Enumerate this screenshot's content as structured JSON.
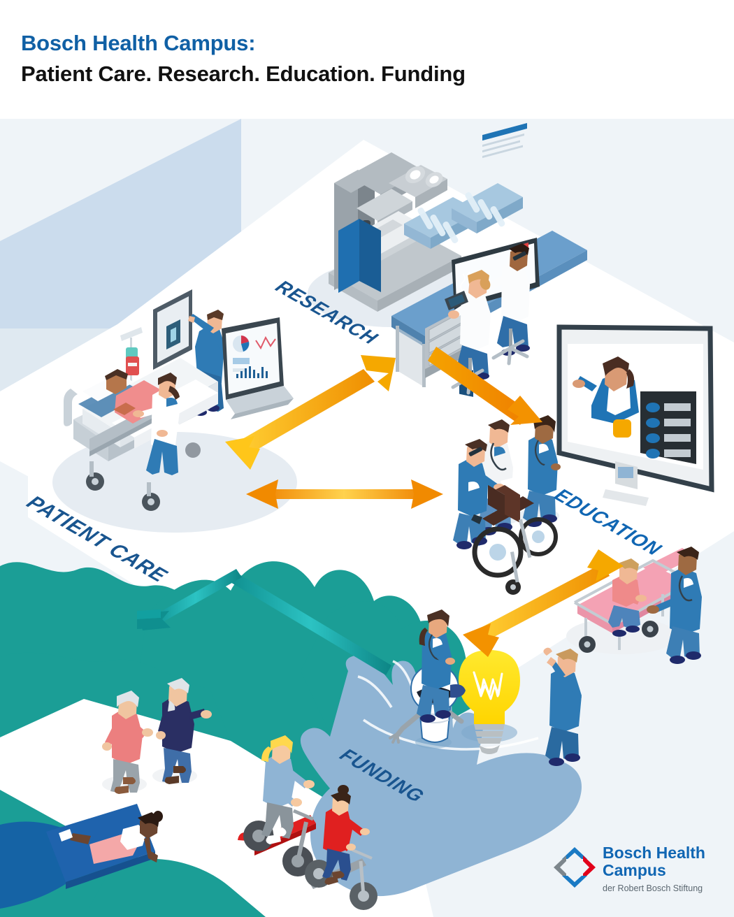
{
  "header": {
    "title_line1": "Bosch Health Campus:",
    "title_line2": "Patient Care. Research. Education. Funding"
  },
  "labels": {
    "patient_care": "PATIENT CARE",
    "research": "RESEARCH",
    "education": "EDUCATION",
    "funding": "FUNDING"
  },
  "logo": {
    "line1": "Bosch Health",
    "line2": "Campus",
    "subtitle": "der Robert Bosch Stiftung",
    "mark_top_color": "#1a7ac4",
    "mark_left_color": "#7d868c",
    "mark_right_color": "#e2001a",
    "mark_bottom_color": "#1a7ac4"
  },
  "colors": {
    "brand_blue": "#1060a5",
    "label_blue": "#19558f",
    "label_blue_bright": "#1066b3",
    "arrow_orange": "#f39200",
    "arrow_yellow": "#ffcc00",
    "arrow_teal": "#17a3a3",
    "background_pale": "#eff4f8",
    "wall_blue": "#cbdced",
    "landscape_teal": "#1b9e96",
    "hand_blue": "#8fb4d4",
    "bulb_yellow": "#ffe100",
    "floor_white": "#ffffff",
    "scrub_blue": "#2f7bb5",
    "lab_desk_blue": "#6b9fcc",
    "text_dark": "#111111"
  },
  "scenes": {
    "patient_care": {
      "name": "patient-care-scene",
      "elements": [
        "hospital-bed",
        "patient-in-bed",
        "nurse",
        "doctor-at-xray-lightbox",
        "iv-drip-stand",
        "laptop-with-charts",
        "wall-panel"
      ],
      "laptop_chart_types": [
        "donut-chart",
        "line-chart",
        "bar-chart"
      ]
    },
    "research": {
      "name": "research-scene",
      "elements": [
        "large-microscope",
        "test-tube-racks",
        "lab-bench",
        "desktop-monitor-with-dna",
        "researcher-male",
        "researcher-female",
        "lab-stools",
        "drawer-unit",
        "tablet-with-xray"
      ]
    },
    "education": {
      "name": "education-scene",
      "elements": [
        "large-monitor-video-call",
        "presenter-on-screen",
        "checklist-panel",
        "doctor-white-coat",
        "nurse-female",
        "nurse-male-with-wheelchair",
        "wheelchair",
        "stretcher-trolley",
        "seated-patient",
        "doctor-with-stethoscope"
      ]
    },
    "funding": {
      "name": "funding-scene",
      "elements": [
        "giant-open-hand",
        "light-bulb",
        "medical-robot",
        "nurse-female",
        "man-pointing"
      ]
    },
    "community": {
      "name": "community-landscape",
      "elements": [
        "teal-hills",
        "walking-path",
        "elderly-couple-walking",
        "woman-on-yoga-mat",
        "woman-on-e-scooter",
        "child-on-scooter",
        "pond"
      ]
    }
  },
  "arrows": [
    {
      "id": "arrow-patientcare-research",
      "from": "patient-care",
      "to": "research",
      "style": "double-headed",
      "color": "#f5a800"
    },
    {
      "id": "arrow-research-education",
      "from": "research",
      "to": "education",
      "style": "double-headed",
      "color": "#f39200"
    },
    {
      "id": "arrow-patientcare-education",
      "from": "patient-care",
      "to": "education",
      "style": "double-headed",
      "color": "#f39200"
    },
    {
      "id": "arrow-education-funding",
      "from": "education",
      "to": "funding",
      "style": "double-headed",
      "color": "#f39200"
    },
    {
      "id": "arrow-funding-patientcare",
      "from": "funding",
      "to": "patient-care",
      "style": "single-headed-bent",
      "color": "#17a3a3"
    }
  ]
}
